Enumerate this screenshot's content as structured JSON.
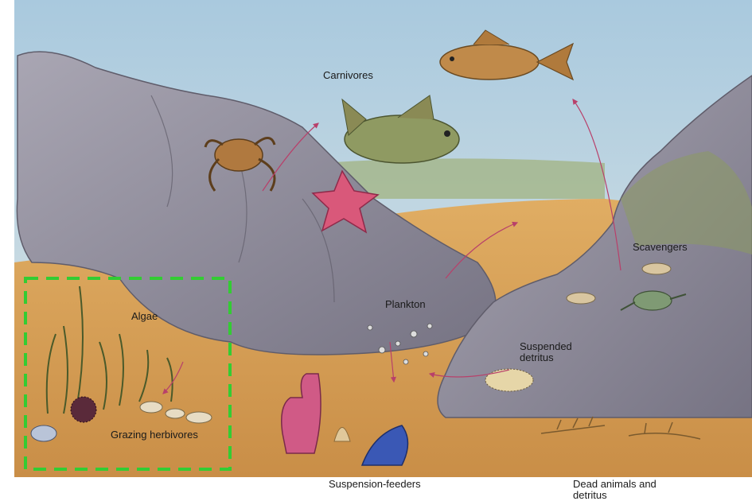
{
  "labels": {
    "carnivores": "Carnivores",
    "plankton": "Plankton",
    "scavengers": "Scavengers",
    "algae": "Algae",
    "suspended_detritus_line1": "Suspended",
    "suspended_detritus_line2": "detritus",
    "grazing_herbivores": "Grazing herbivores",
    "suspension_feeders": "Suspension-feeders",
    "dead_animals_line1": "Dead animals and",
    "dead_animals_line2": "detritus"
  },
  "colors": {
    "highlight_box": "#33cc33",
    "sky_top": "#9ec3dc",
    "sand": "#d9a45c",
    "rock": "#8f8c9a",
    "arrow": "#b8406a"
  }
}
